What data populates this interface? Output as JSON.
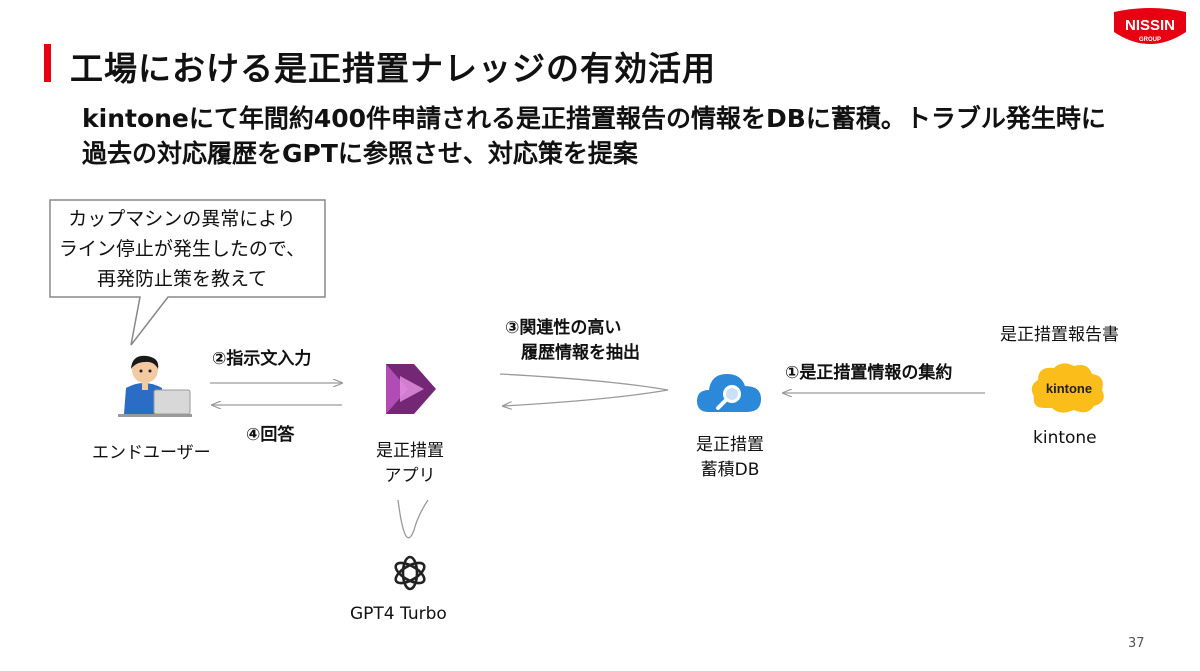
{
  "slide": {
    "title": "工場における是正措置ナレッジの有効活用",
    "subtitle_line1": "kintoneにて年間約400件申請される是正措置報告の情報をDBに蓄積。トラブル発生時に",
    "subtitle_line2": "過去の対応履歴をGPTに参照させ、対応策を提案",
    "page_number": "37",
    "accent_color": "#e60012"
  },
  "logo": {
    "line1": "NISSIN",
    "line2": "GROUP"
  },
  "bubble": {
    "lines": [
      "カップマシンの異常により",
      "ライン停止が発生したので、",
      "再発防止策を教えて"
    ]
  },
  "nodes": {
    "end_user": {
      "label": "エンドユーザー",
      "icon": "user-laptop-icon"
    },
    "app": {
      "label_line1": "是正措置",
      "label_line2": "アプリ",
      "icon": "power-apps-icon"
    },
    "db": {
      "label_line1": "是正措置",
      "label_line2": "蓄積DB",
      "icon": "cognitive-search-icon"
    },
    "kintone": {
      "top_label": "是正措置報告書",
      "logo_text": "kintone",
      "label": "kintone",
      "icon": "kintone-logo-icon"
    },
    "gpt": {
      "label": "GPT4 Turbo",
      "icon": "openai-icon"
    }
  },
  "edges": {
    "step1": "①是正措置情報の集約",
    "step2": "②指示文入力",
    "step3_line1": "③関連性の高い",
    "step3_line2": "履歴情報を抽出",
    "step4": "④回答"
  }
}
